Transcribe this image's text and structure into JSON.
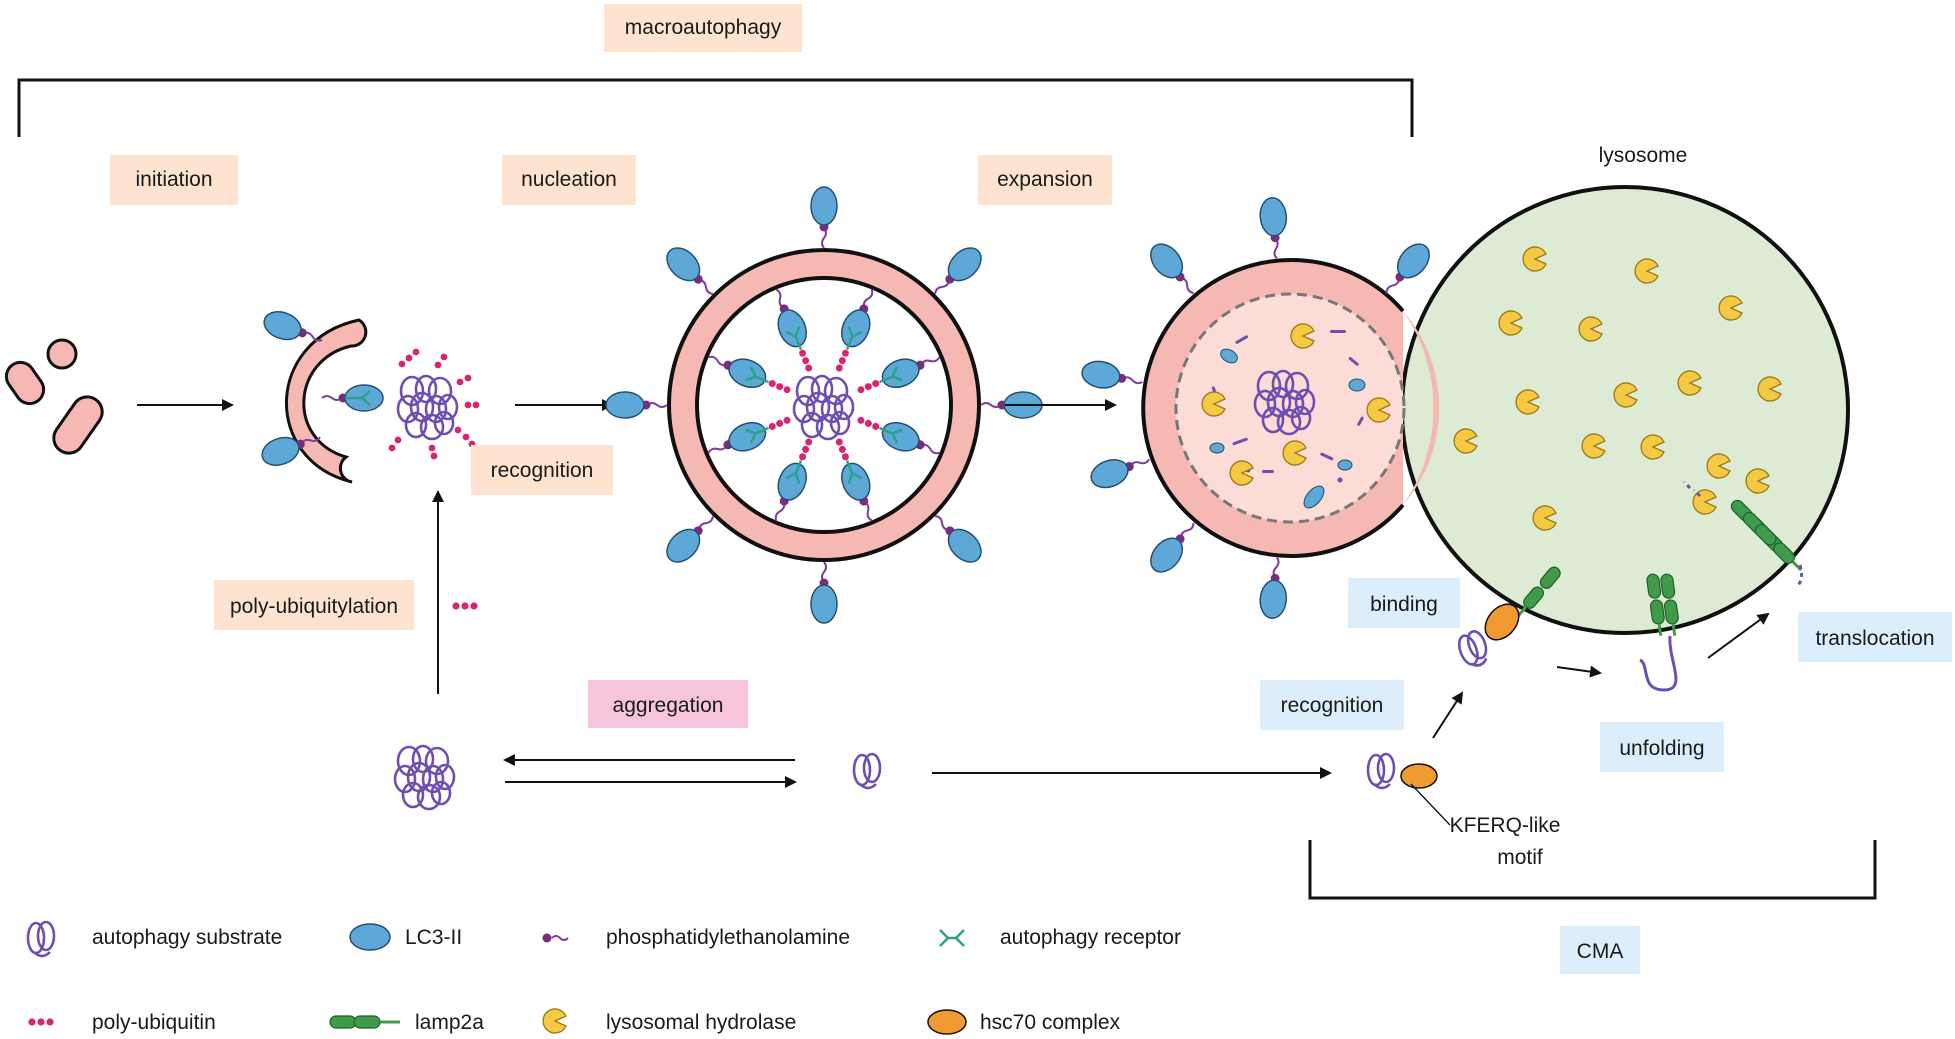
{
  "labels": {
    "macroautophagy": "macroautophagy",
    "initiation": "initiation",
    "nucleation": "nucleation",
    "expansion": "expansion",
    "lysosome": "lysosome",
    "recognition_macro": "recognition",
    "poly_ubiquitylation": "poly-ubiquitylation",
    "aggregation": "aggregation",
    "binding": "binding",
    "recognition_cma": "recognition",
    "unfolding": "unfolding",
    "translocation": "translocation",
    "kferq_line1": "KFERQ-like",
    "kferq_line2": "motif",
    "cma": "CMA"
  },
  "legend": [
    {
      "icon": "autophagy-substrate-icon",
      "label": "autophagy substrate"
    },
    {
      "icon": "lc3-ii-icon",
      "label": "LC3-II"
    },
    {
      "icon": "phosphatidylethanolamine-icon",
      "label": "phosphatidylethanolamine"
    },
    {
      "icon": "autophagy-receptor-icon",
      "label": "autophagy receptor"
    },
    {
      "icon": "poly-ubiquitin-icon",
      "label": "poly-ubiquitin"
    },
    {
      "icon": "lamp2a-icon",
      "label": "lamp2a"
    },
    {
      "icon": "lysosomal-hydrolase-icon",
      "label": "lysosomal hydrolase"
    },
    {
      "icon": "hsc70-complex-icon",
      "label": "hsc70 complex"
    }
  ],
  "colors": {
    "membrane_pink": "#f5b8b3",
    "lysosome_green": "#deebd4",
    "lc3": "#5ea8d8",
    "substrate": "#6e4fb0",
    "ubiquitin": "#d9256f",
    "receptor": "#2aa38a",
    "lamp2a": "#3f9a49",
    "hydrolase": "#f6c945",
    "hsc70": "#f29a32",
    "label_peach": "#fde3d0",
    "label_pink": "#f8c6dc",
    "label_blue": "#ddeefb"
  }
}
